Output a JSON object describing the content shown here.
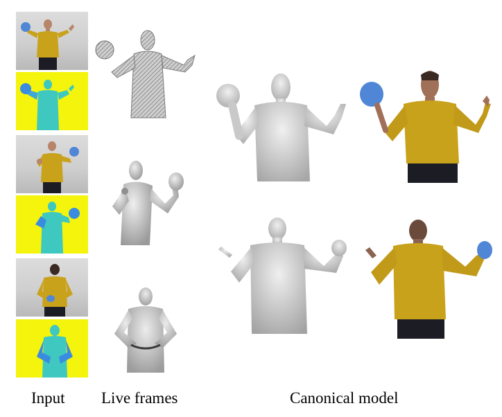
{
  "captions": {
    "input": "Input",
    "live_frames": "Live frames",
    "canonical_model": "Canonical model"
  },
  "colors": {
    "background": "#ffffff",
    "depth_background": "#f4f40c",
    "depth_body": "#3ec8c0",
    "depth_near": "#3a8ce0",
    "sweater": "#c9a21c",
    "trousers": "#1c1c24",
    "skin": "#b8856a",
    "ball": "#4f86d6",
    "mesh": "#c8c8c8",
    "mesh_dark": "#8a8a8a"
  },
  "icons": [
    "person-photo",
    "depth-map",
    "mesh-render",
    "textured-model"
  ]
}
